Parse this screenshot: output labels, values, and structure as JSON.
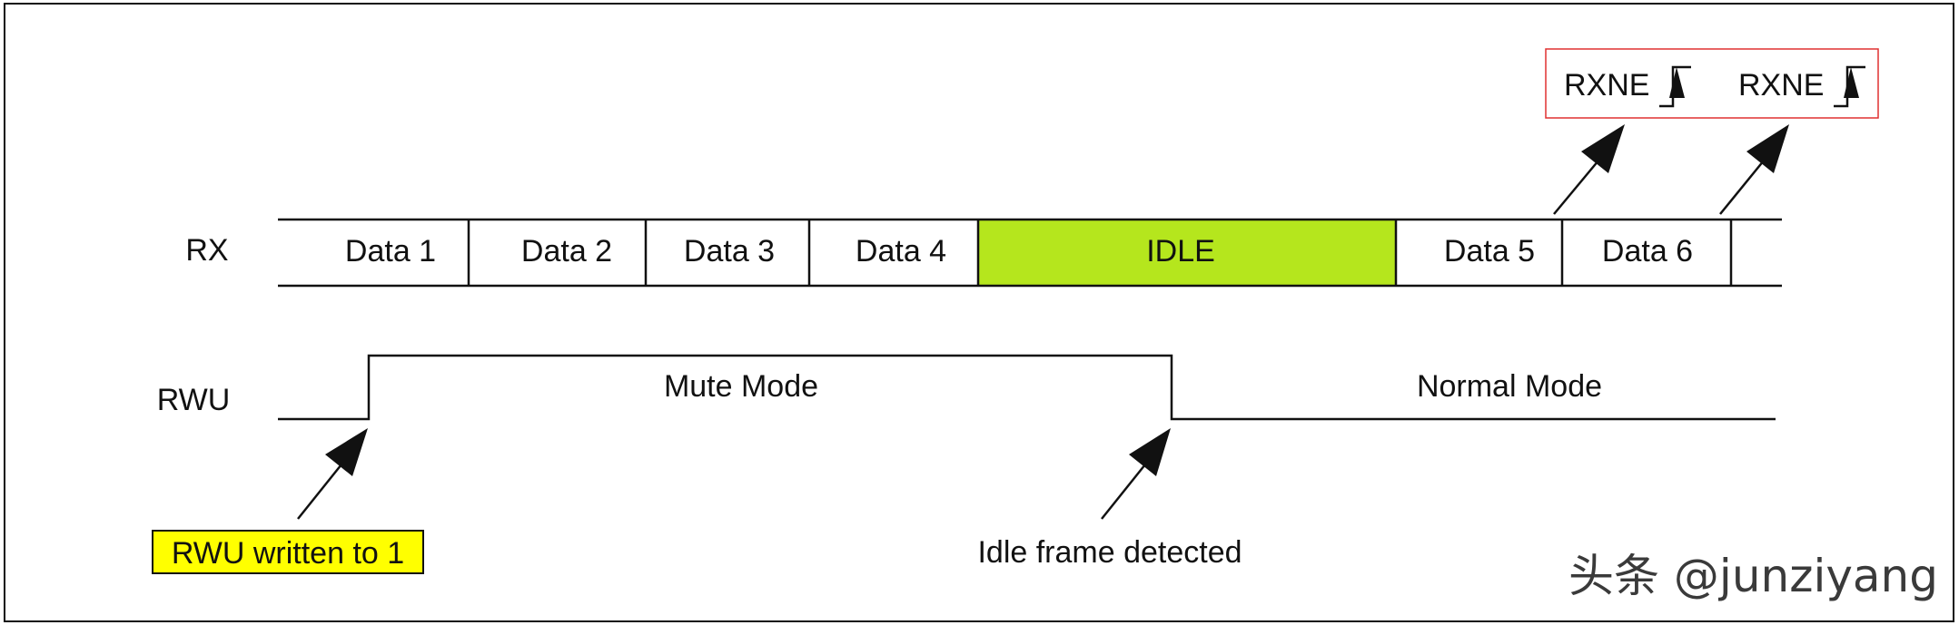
{
  "signals": {
    "rx_label": "RX",
    "rwu_label": "RWU"
  },
  "rx_frames": [
    {
      "label": "Data 1",
      "highlight": false
    },
    {
      "label": "Data 2",
      "highlight": false
    },
    {
      "label": "Data 3",
      "highlight": false
    },
    {
      "label": "Data 4",
      "highlight": false
    },
    {
      "label": "IDLE",
      "highlight": true
    },
    {
      "label": "Data 5",
      "highlight": false
    },
    {
      "label": "Data 6",
      "highlight": false
    }
  ],
  "rwu_modes": {
    "mute": "Mute Mode",
    "normal": "Normal Mode"
  },
  "annotations": {
    "rwu_written": "RWU written to 1",
    "idle_detected": "Idle frame detected",
    "rxne_1": "RXNE",
    "rxne_2": "RXNE"
  },
  "watermark": "头条 @junziyang",
  "colors": {
    "idle_fill": "#b5e61d",
    "callout_fill": "#ffff00",
    "rxne_box_border": "#e03030",
    "line": "#111111"
  }
}
